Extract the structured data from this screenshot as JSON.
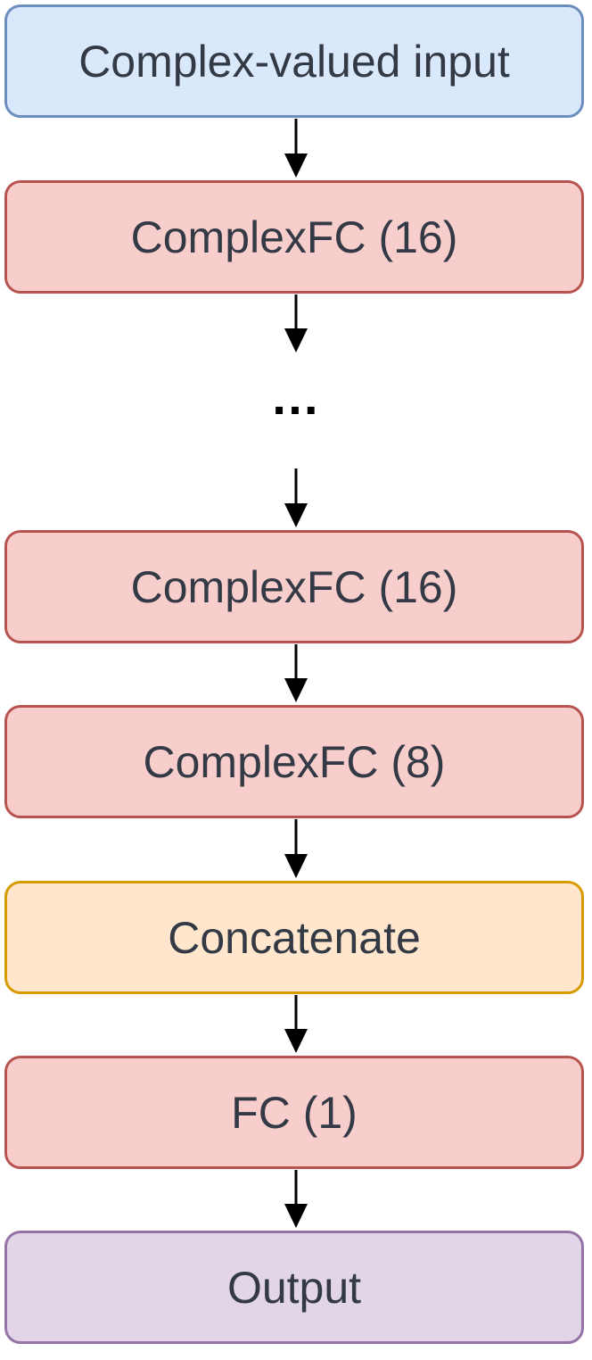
{
  "diagram": {
    "nodes": [
      {
        "id": "input",
        "label": "Complex-valued input",
        "fill": "#dae8fc",
        "stroke": "#6c8ebf"
      },
      {
        "id": "fc1",
        "label": "ComplexFC (16)",
        "fill": "#f8cecc",
        "stroke": "#b85450"
      },
      {
        "id": "fc2",
        "label": "ComplexFC (16)",
        "fill": "#f8cecc",
        "stroke": "#b85450"
      },
      {
        "id": "fc3",
        "label": "ComplexFC (8)",
        "fill": "#f8cecc",
        "stroke": "#b85450"
      },
      {
        "id": "concat",
        "label": "Concatenate",
        "fill": "#ffe6cc",
        "stroke": "#d79b00"
      },
      {
        "id": "fc4",
        "label": "FC (1)",
        "fill": "#f8cecc",
        "stroke": "#b85450"
      },
      {
        "id": "output",
        "label": "Output",
        "fill": "#e1d5e7",
        "stroke": "#9673a6"
      }
    ],
    "ellipsis": "…",
    "edges": [
      {
        "from": "input",
        "to": "fc1"
      },
      {
        "from": "fc1",
        "to": "ellipsis"
      },
      {
        "from": "ellipsis",
        "to": "fc2"
      },
      {
        "from": "fc2",
        "to": "fc3"
      },
      {
        "from": "fc3",
        "to": "concat"
      },
      {
        "from": "concat",
        "to": "fc4"
      },
      {
        "from": "fc4",
        "to": "output"
      }
    ]
  }
}
